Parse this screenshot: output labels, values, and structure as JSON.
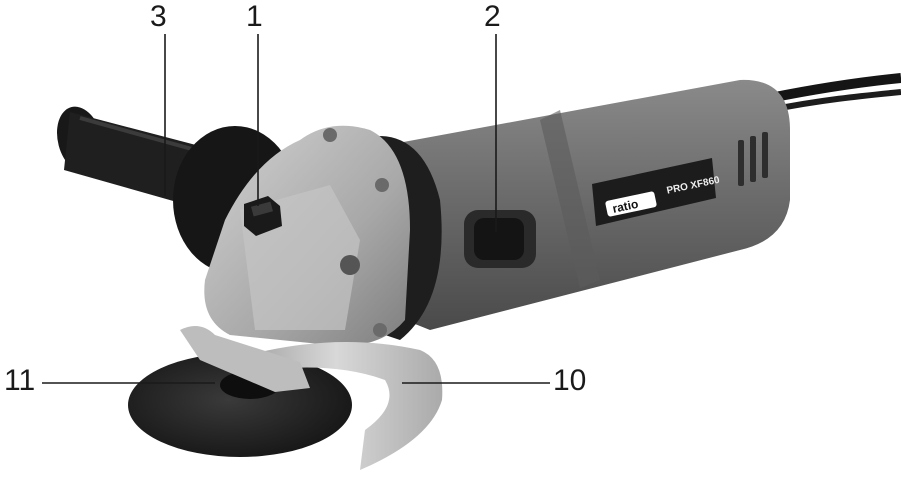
{
  "image": {
    "callouts": [
      {
        "id": "3",
        "label": "3"
      },
      {
        "id": "1",
        "label": "1"
      },
      {
        "id": "2",
        "label": "2"
      },
      {
        "id": "11",
        "label": "11"
      },
      {
        "id": "10",
        "label": "10"
      }
    ],
    "brand_label": "ratio",
    "model_label": "PRO XF860",
    "colors": {
      "body_gray": "#707070",
      "dark_gray": "#3c3c3c",
      "black_parts": "#1c1c1c",
      "aluminum": "#b4b4b4",
      "disc": "#2a2a2a",
      "guard": "#c6c6c6"
    }
  }
}
